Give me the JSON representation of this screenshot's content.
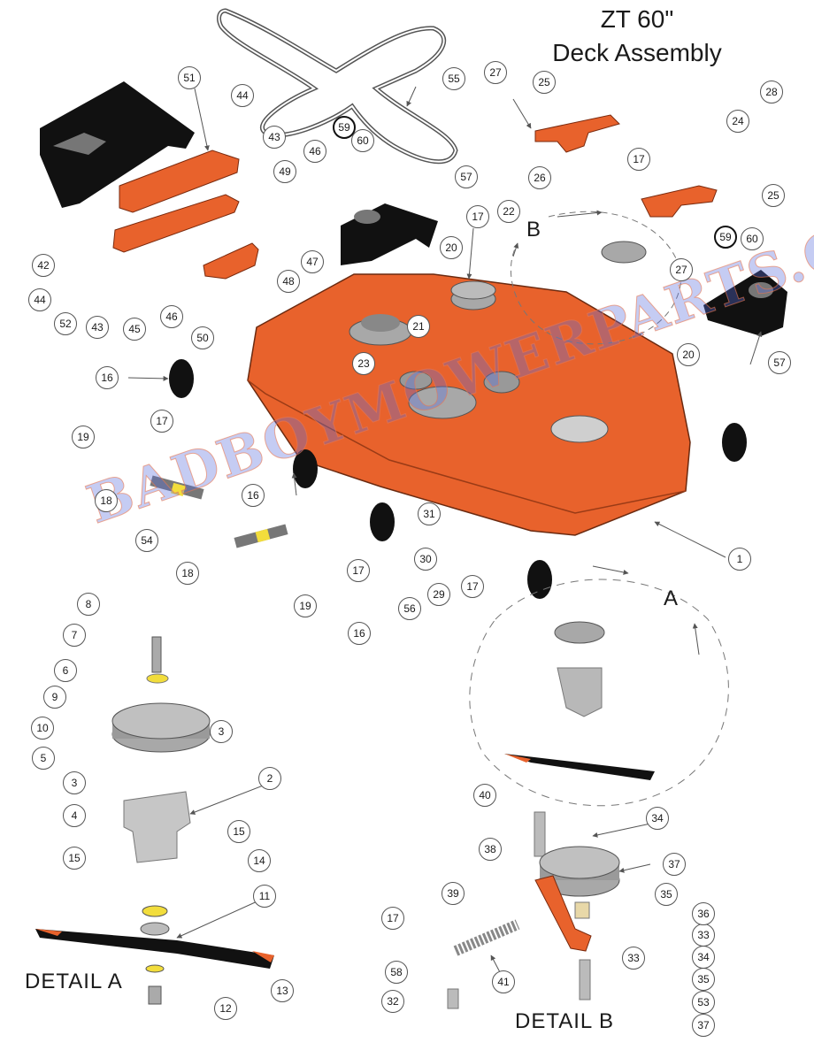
{
  "title": {
    "line1": "ZT 60\"",
    "line2": "Deck Assembly"
  },
  "details": {
    "a": "DETAIL  A",
    "b": "DETAIL  B"
  },
  "view_letters": {
    "a": "A",
    "b": "B"
  },
  "watermark": "BADBOYMOWERPARTS.COM",
  "colors": {
    "deck_orange": "#e8622c",
    "black_part": "#111111",
    "grey_part": "#a8a8a8",
    "yellow_part": "#f2dd3c",
    "callout_line": "#555555"
  },
  "callouts": {
    "c1": "1",
    "c2": "2",
    "c3a": "3",
    "c3b": "3",
    "c4": "4",
    "c5": "5",
    "c6": "6",
    "c7": "7",
    "c8": "8",
    "c9": "9",
    "c10": "10",
    "c11": "11",
    "c12": "12",
    "c13": "13",
    "c14": "14",
    "c15a": "15",
    "c15b": "15",
    "c16a": "16",
    "c16b": "16",
    "c16c": "16",
    "c17a": "17",
    "c17b": "17",
    "c17c": "17",
    "c17d": "17",
    "c17e": "17",
    "c17f": "17",
    "c18a": "18",
    "c18b": "18",
    "c19a": "19",
    "c19b": "19",
    "c20a": "20",
    "c20b": "20",
    "c21": "21",
    "c22": "22",
    "c23": "23",
    "c24": "24",
    "c25a": "25",
    "c25b": "25",
    "c26": "26",
    "c27a": "27",
    "c27b": "27",
    "c28": "28",
    "c29": "29",
    "c30": "30",
    "c31": "31",
    "c32": "32",
    "c33a": "33",
    "c33b": "33",
    "c34a": "34",
    "c34b": "34",
    "c35a": "35",
    "c35b": "35",
    "c36": "36",
    "c37a": "37",
    "c37b": "37",
    "c38": "38",
    "c39": "39",
    "c40": "40",
    "c41": "41",
    "c42": "42",
    "c43a": "43",
    "c43b": "43",
    "c44a": "44",
    "c44b": "44",
    "c45": "45",
    "c46a": "46",
    "c46b": "46",
    "c47": "47",
    "c48": "48",
    "c49": "49",
    "c50": "50",
    "c51": "51",
    "c52": "52",
    "c53": "53",
    "c54": "54",
    "c55": "55",
    "c56": "56",
    "c57a": "57",
    "c57b": "57",
    "c58": "58",
    "c59a": "59",
    "c59b": "59",
    "c60a": "60",
    "c60b": "60"
  }
}
